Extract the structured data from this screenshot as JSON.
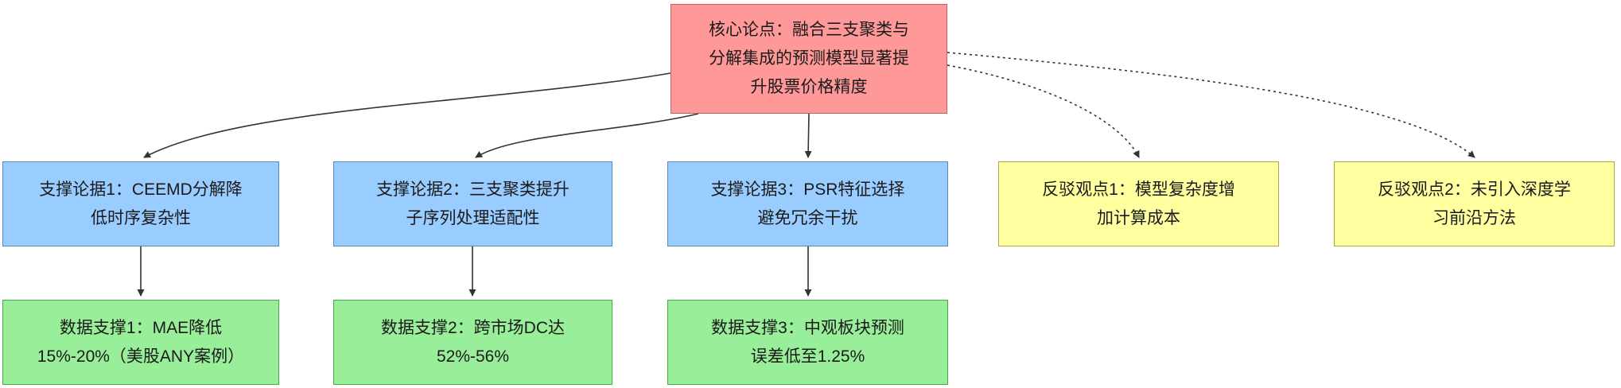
{
  "diagram": {
    "title": "",
    "nodes": {
      "core": {
        "id": "core",
        "label": "核心论点：融合三支聚类与分解集成的预测模型显著提升股票价格精度",
        "color": "#ff9999"
      },
      "support1": {
        "id": "support1",
        "label": "支撑论据1：CEEMD分解降低时序复杂性",
        "color": "#99ccff"
      },
      "support2": {
        "id": "support2",
        "label": "支撑论据2：三支聚类提升子序列处理适配性",
        "color": "#99ccff"
      },
      "support3": {
        "id": "support3",
        "label": "支撑论据3：PSR特征选择避免冗余干扰",
        "color": "#99ccff"
      },
      "rebuttal1": {
        "id": "rebuttal1",
        "label": "反驳观点1：模型复杂度增加计算成本",
        "color": "#ffffa0"
      },
      "rebuttal2": {
        "id": "rebuttal2",
        "label": "反驳观点2：未引入深度学习前沿方法",
        "color": "#ffffa0"
      },
      "data1": {
        "id": "data1",
        "label": "数据支撑1：MAE降低15%-20%（美股ANY案例）",
        "color": "#99ee99"
      },
      "data2": {
        "id": "data2",
        "label": "数据支撑2：跨市场DC达52%-56%",
        "color": "#99ee99"
      },
      "data3": {
        "id": "data3",
        "label": "数据支撑3：中观板块预测误差低至1.25%",
        "color": "#99ee99"
      }
    },
    "edges": [
      {
        "from": "core",
        "to": "support1",
        "style": "solid"
      },
      {
        "from": "core",
        "to": "support2",
        "style": "solid"
      },
      {
        "from": "core",
        "to": "support3",
        "style": "solid"
      },
      {
        "from": "core",
        "to": "rebuttal1",
        "style": "dotted"
      },
      {
        "from": "core",
        "to": "rebuttal2",
        "style": "dotted"
      },
      {
        "from": "support1",
        "to": "data1",
        "style": "solid"
      },
      {
        "from": "support2",
        "to": "data2",
        "style": "solid"
      },
      {
        "from": "support3",
        "to": "data3",
        "style": "solid"
      }
    ],
    "palette": {
      "core_fill": "#ff9999",
      "support_fill": "#99ccff",
      "rebuttal_fill": "#ffffa0",
      "data_fill": "#99ee99",
      "edge_color": "#333333",
      "background": "#ffffff"
    }
  }
}
